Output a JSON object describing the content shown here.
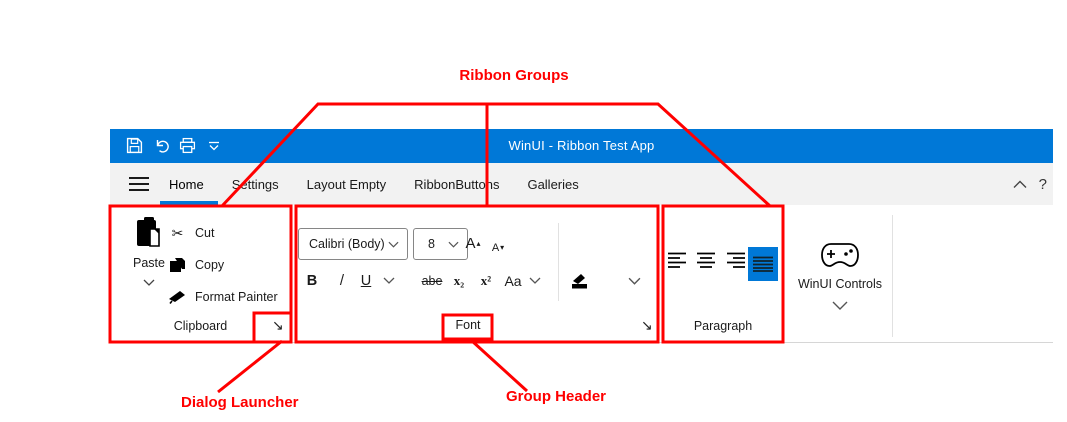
{
  "annotations": {
    "ribbon_groups": "Ribbon Groups",
    "dialog_launcher": "Dialog Launcher",
    "group_header": "Group Header",
    "color": "#ff0000"
  },
  "titlebar": {
    "title": "WinUI - Ribbon Test App",
    "bg_color": "#0078d7"
  },
  "tabs": {
    "items": [
      {
        "label": "Home"
      },
      {
        "label": "Settings"
      },
      {
        "label": "Layout Empty"
      },
      {
        "label": "RibbonButtons"
      },
      {
        "label": "Galleries"
      }
    ],
    "selected": "Home",
    "help_glyph": "?"
  },
  "groups": {
    "clipboard": {
      "title": "Clipboard",
      "paste_label": "Paste",
      "cut_label": "Cut",
      "cut_glyph": "✂",
      "copy_label": "Copy",
      "format_painter_label": "Format Painter",
      "dialog_launcher_glyph": "↘"
    },
    "font": {
      "title": "Font",
      "font_name_value": "Calibri (Body)",
      "font_size_value": "8",
      "grow_font_letter": "A",
      "grow_font_mark": "▴",
      "shrink_font_letter": "A",
      "shrink_font_mark": "▾",
      "bold_label": "B",
      "italic_label": "/",
      "underline_label": "U",
      "strikethrough_label": "abe",
      "subscript_label": "x₂",
      "superscript_label": "x²",
      "change_case_label": "Aa",
      "dialog_launcher_glyph": "↘"
    },
    "paragraph": {
      "title": "Paragraph"
    },
    "winui_controls": {
      "label": "WinUI Controls"
    }
  },
  "accent_color": "#0078d7"
}
